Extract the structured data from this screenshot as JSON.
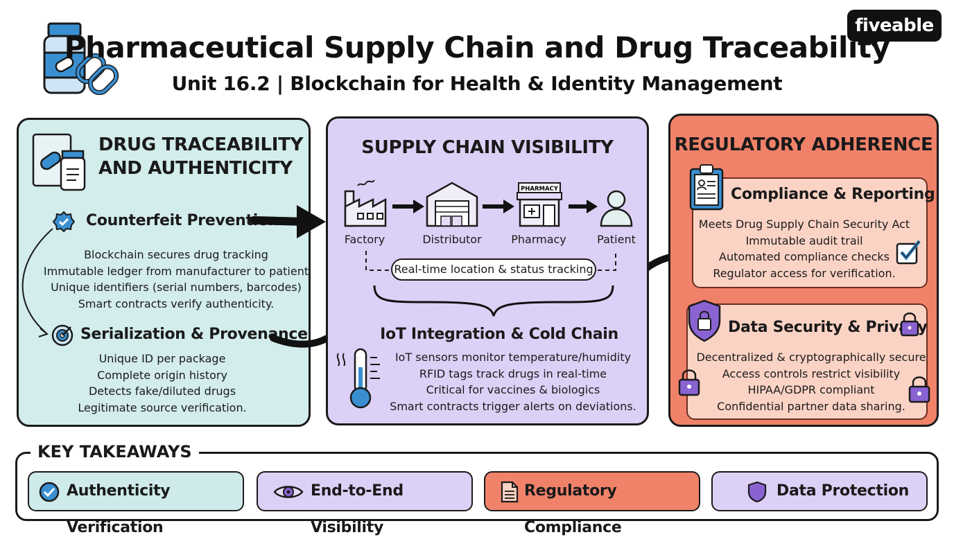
{
  "header": {
    "title": "Pharmaceutical Supply Chain and Drug Traceability",
    "subtitle": "Unit 16.2 | Blockchain for Health & Identity Management",
    "logo": "fiveable"
  },
  "traceability": {
    "heading_line1": "DRUG TRACEABILITY",
    "heading_line2": "AND AUTHENTICITY",
    "counterfeit": {
      "title": "Counterfeit Prevention",
      "lines": [
        "Blockchain secures drug tracking",
        "Immutable ledger from manufacturer to patient",
        "Unique identifiers (serial numbers, barcodes)",
        "Smart contracts verify authenticity."
      ]
    },
    "serialization": {
      "title": "Serialization & Provenance",
      "lines": [
        "Unique ID per package",
        "Complete origin history",
        "Detects fake/diluted drugs",
        "Legitimate source verification."
      ]
    }
  },
  "visibility": {
    "heading": "SUPPLY CHAIN VISIBILITY",
    "stages": [
      "Factory",
      "Distributor",
      "Pharmacy",
      "Patient"
    ],
    "pharmacy_sign": "PHARMACY",
    "tracking": "Real-time location & status tracking",
    "iot": {
      "title": "IoT Integration & Cold Chain",
      "lines": [
        "IoT sensors monitor temperature/humidity",
        "RFID tags track drugs in real-time",
        "Critical for vaccines & biologics",
        "Smart contracts trigger alerts on deviations."
      ]
    }
  },
  "regulatory": {
    "heading": "REGULATORY ADHERENCE",
    "compliance": {
      "title": "Compliance & Reporting",
      "lines": [
        "Meets Drug Supply Chain Security Act",
        "Immutable audit trail",
        "Automated compliance checks",
        "Regulator access for verification."
      ]
    },
    "security": {
      "title": "Data Security & Privacy",
      "lines": [
        "Decentralized & cryptographically secure",
        "Access controls restrict visibility",
        "HIPAA/GDPR compliant",
        "Confidential partner data sharing."
      ]
    }
  },
  "takeaways": {
    "title": "KEY TAKEAWAYS",
    "items": [
      {
        "label": "Authenticity Verification",
        "icon": "check-badge-icon"
      },
      {
        "label": "End-to-End Visibility",
        "icon": "eye-icon"
      },
      {
        "label": "Regulatory Compliance",
        "icon": "document-icon"
      },
      {
        "label": "Data Protection",
        "icon": "shield-icon"
      }
    ]
  },
  "colors": {
    "teal_panel": "#d3ecec",
    "lavender_panel": "#ddd0f6",
    "salmon_panel": "#f1826a",
    "salmon_subpanel": "#fbd3c5",
    "icon_blue": "#2f7fbf",
    "icon_purple": "#8a63d2"
  }
}
